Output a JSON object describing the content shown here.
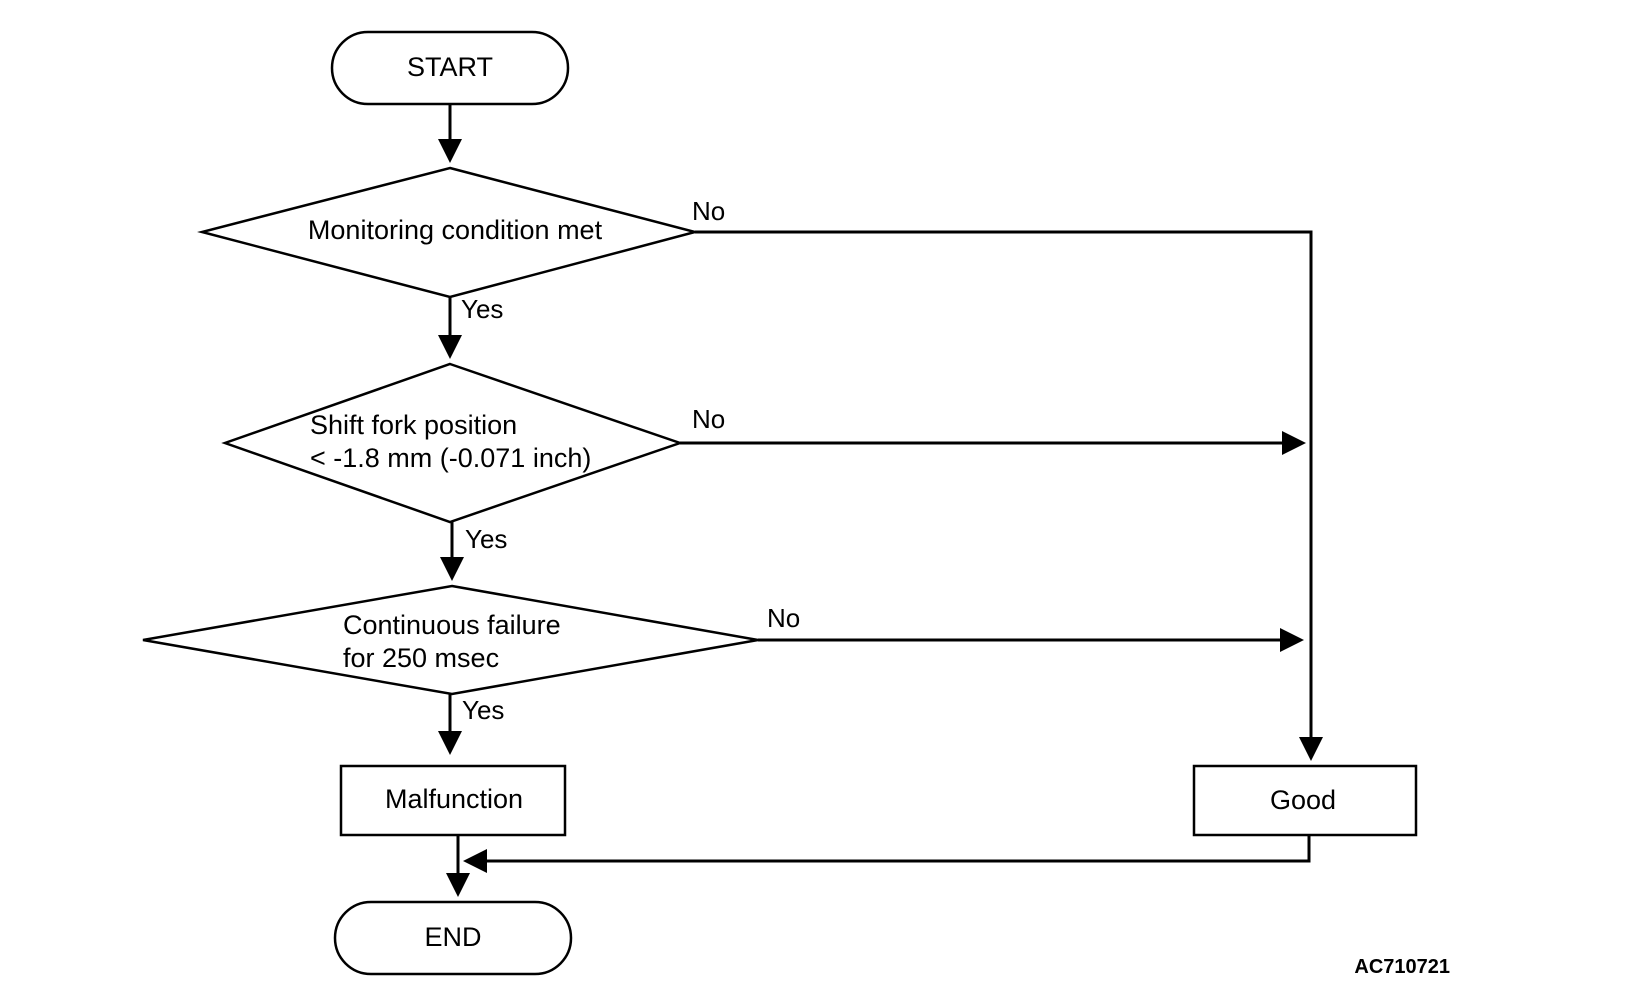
{
  "nodes": {
    "start": "START",
    "monitoring": "Monitoring condition met",
    "shift_fork_line1": "Shift fork position",
    "shift_fork_line2": "< -1.8 mm (-0.071 inch)",
    "continuous_line1": "Continuous failure",
    "continuous_line2": "for 250 msec",
    "malfunction": "Malfunction",
    "good": "Good",
    "end": "END"
  },
  "edges": {
    "monitoring_yes": "Yes",
    "monitoring_no": "No",
    "shift_fork_yes": "Yes",
    "shift_fork_no": "No",
    "continuous_yes": "Yes",
    "continuous_no": "No"
  },
  "reference_code": "AC710721"
}
